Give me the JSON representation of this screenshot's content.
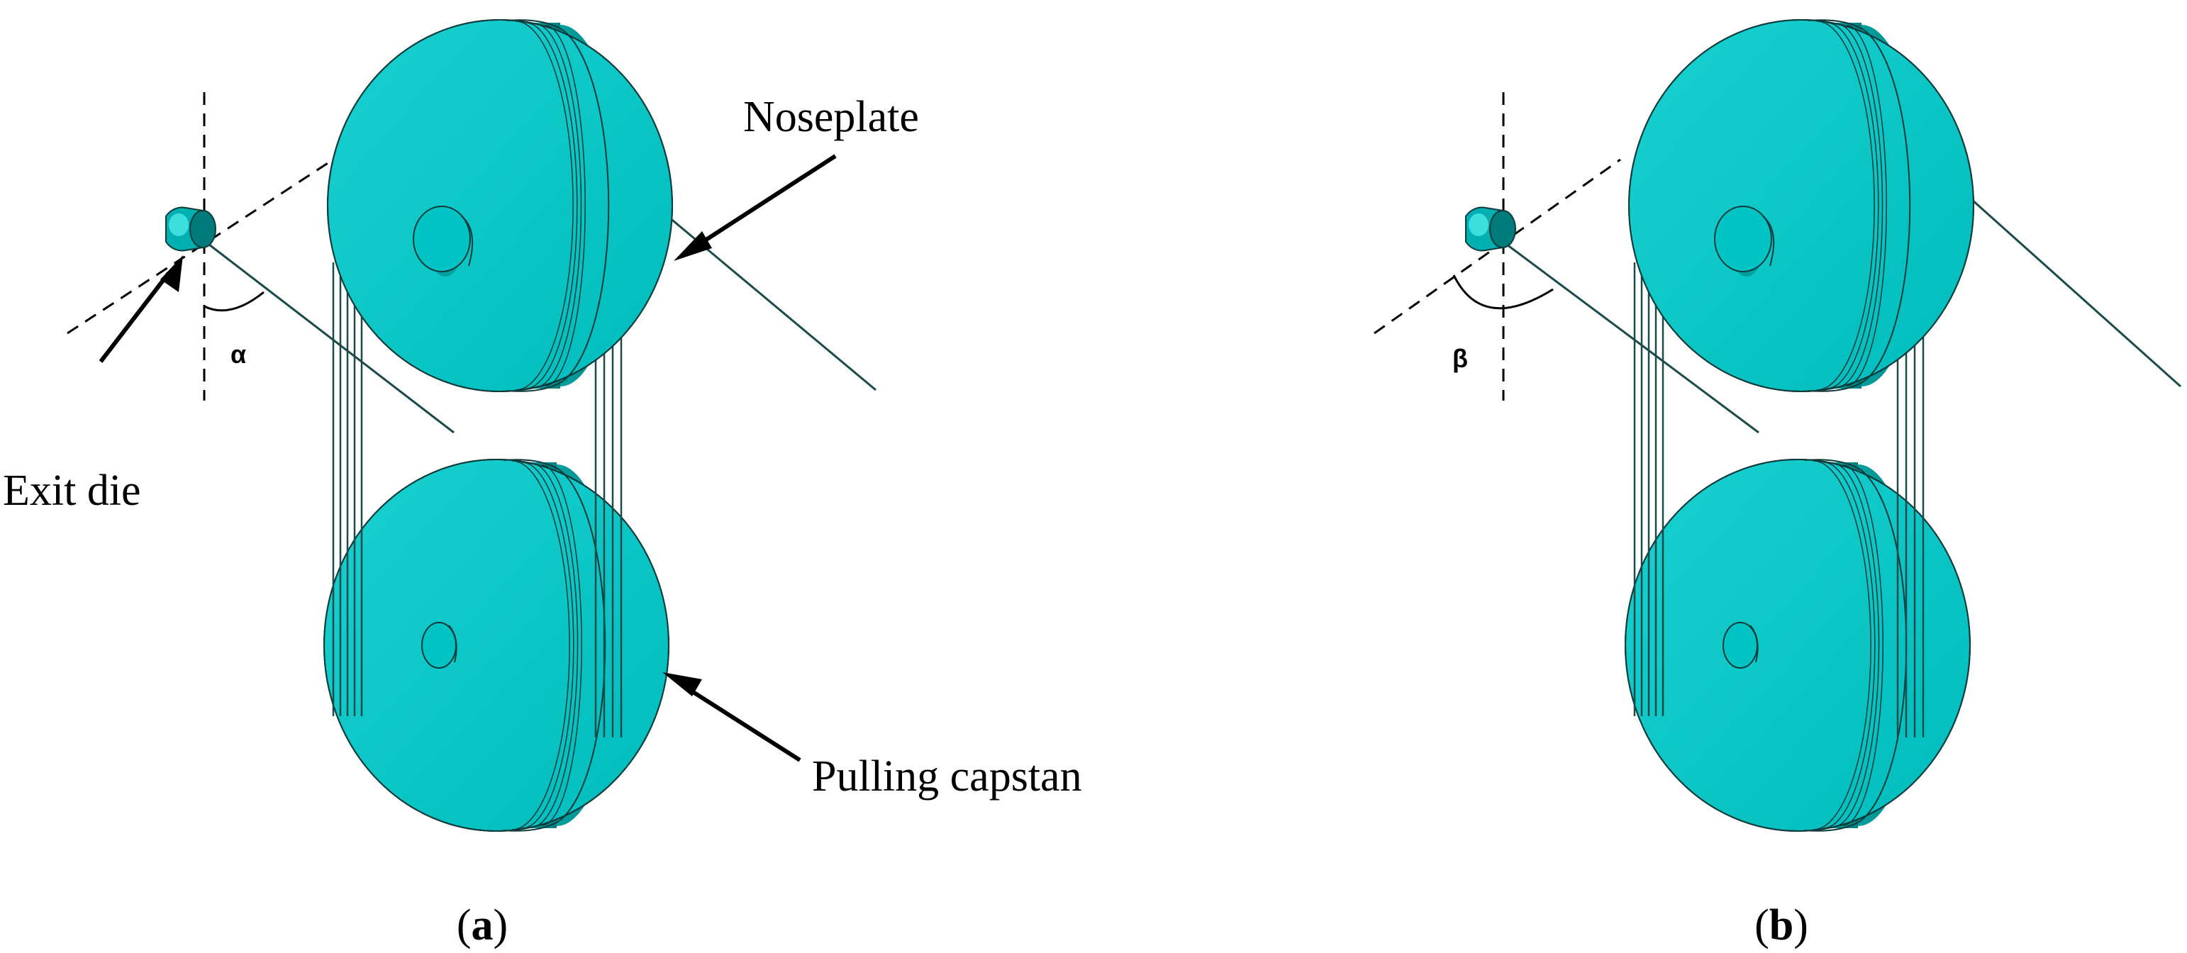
{
  "colors": {
    "disc_face": "#00c3c3",
    "disc_side": "#00a8a8",
    "disc_side_dark": "#008a8a",
    "outline": "#0d3a3a",
    "wire": "#1a4a4a"
  },
  "callouts": {
    "noseplate": "Noseplate",
    "exit_die": "Exit die",
    "pulling_capstan": "Pulling capstan"
  },
  "panels": [
    {
      "id": "a",
      "open": "(",
      "letter": "a",
      "close": ")",
      "angle_symbol": "α"
    },
    {
      "id": "b",
      "open": "(",
      "letter": "b",
      "close": ")",
      "angle_symbol": "β"
    }
  ]
}
